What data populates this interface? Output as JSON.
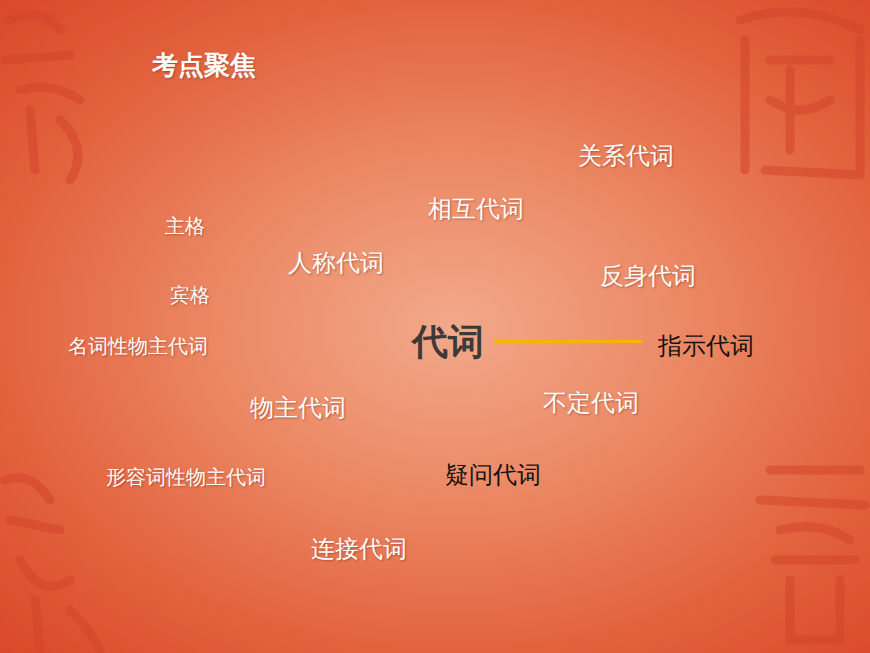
{
  "diagram": {
    "title": "考点聚焦",
    "nodes": [
      {
        "text": [
          "代词"
        ]
      },
      {
        "text": [
          "指示代词"
        ]
      }
    ],
    "edges": [
      {
        "from": 0,
        "to": 1,
        "arrow": "none"
      }
    ],
    "labels": [
      "关系代词",
      "相互代词",
      "主格",
      "人称代词",
      "反身代词",
      "宾格",
      "名词性物主代词",
      "物主代词",
      "不定代词",
      "形容词性物主代词",
      "疑问代词",
      "连接代词"
    ]
  }
}
